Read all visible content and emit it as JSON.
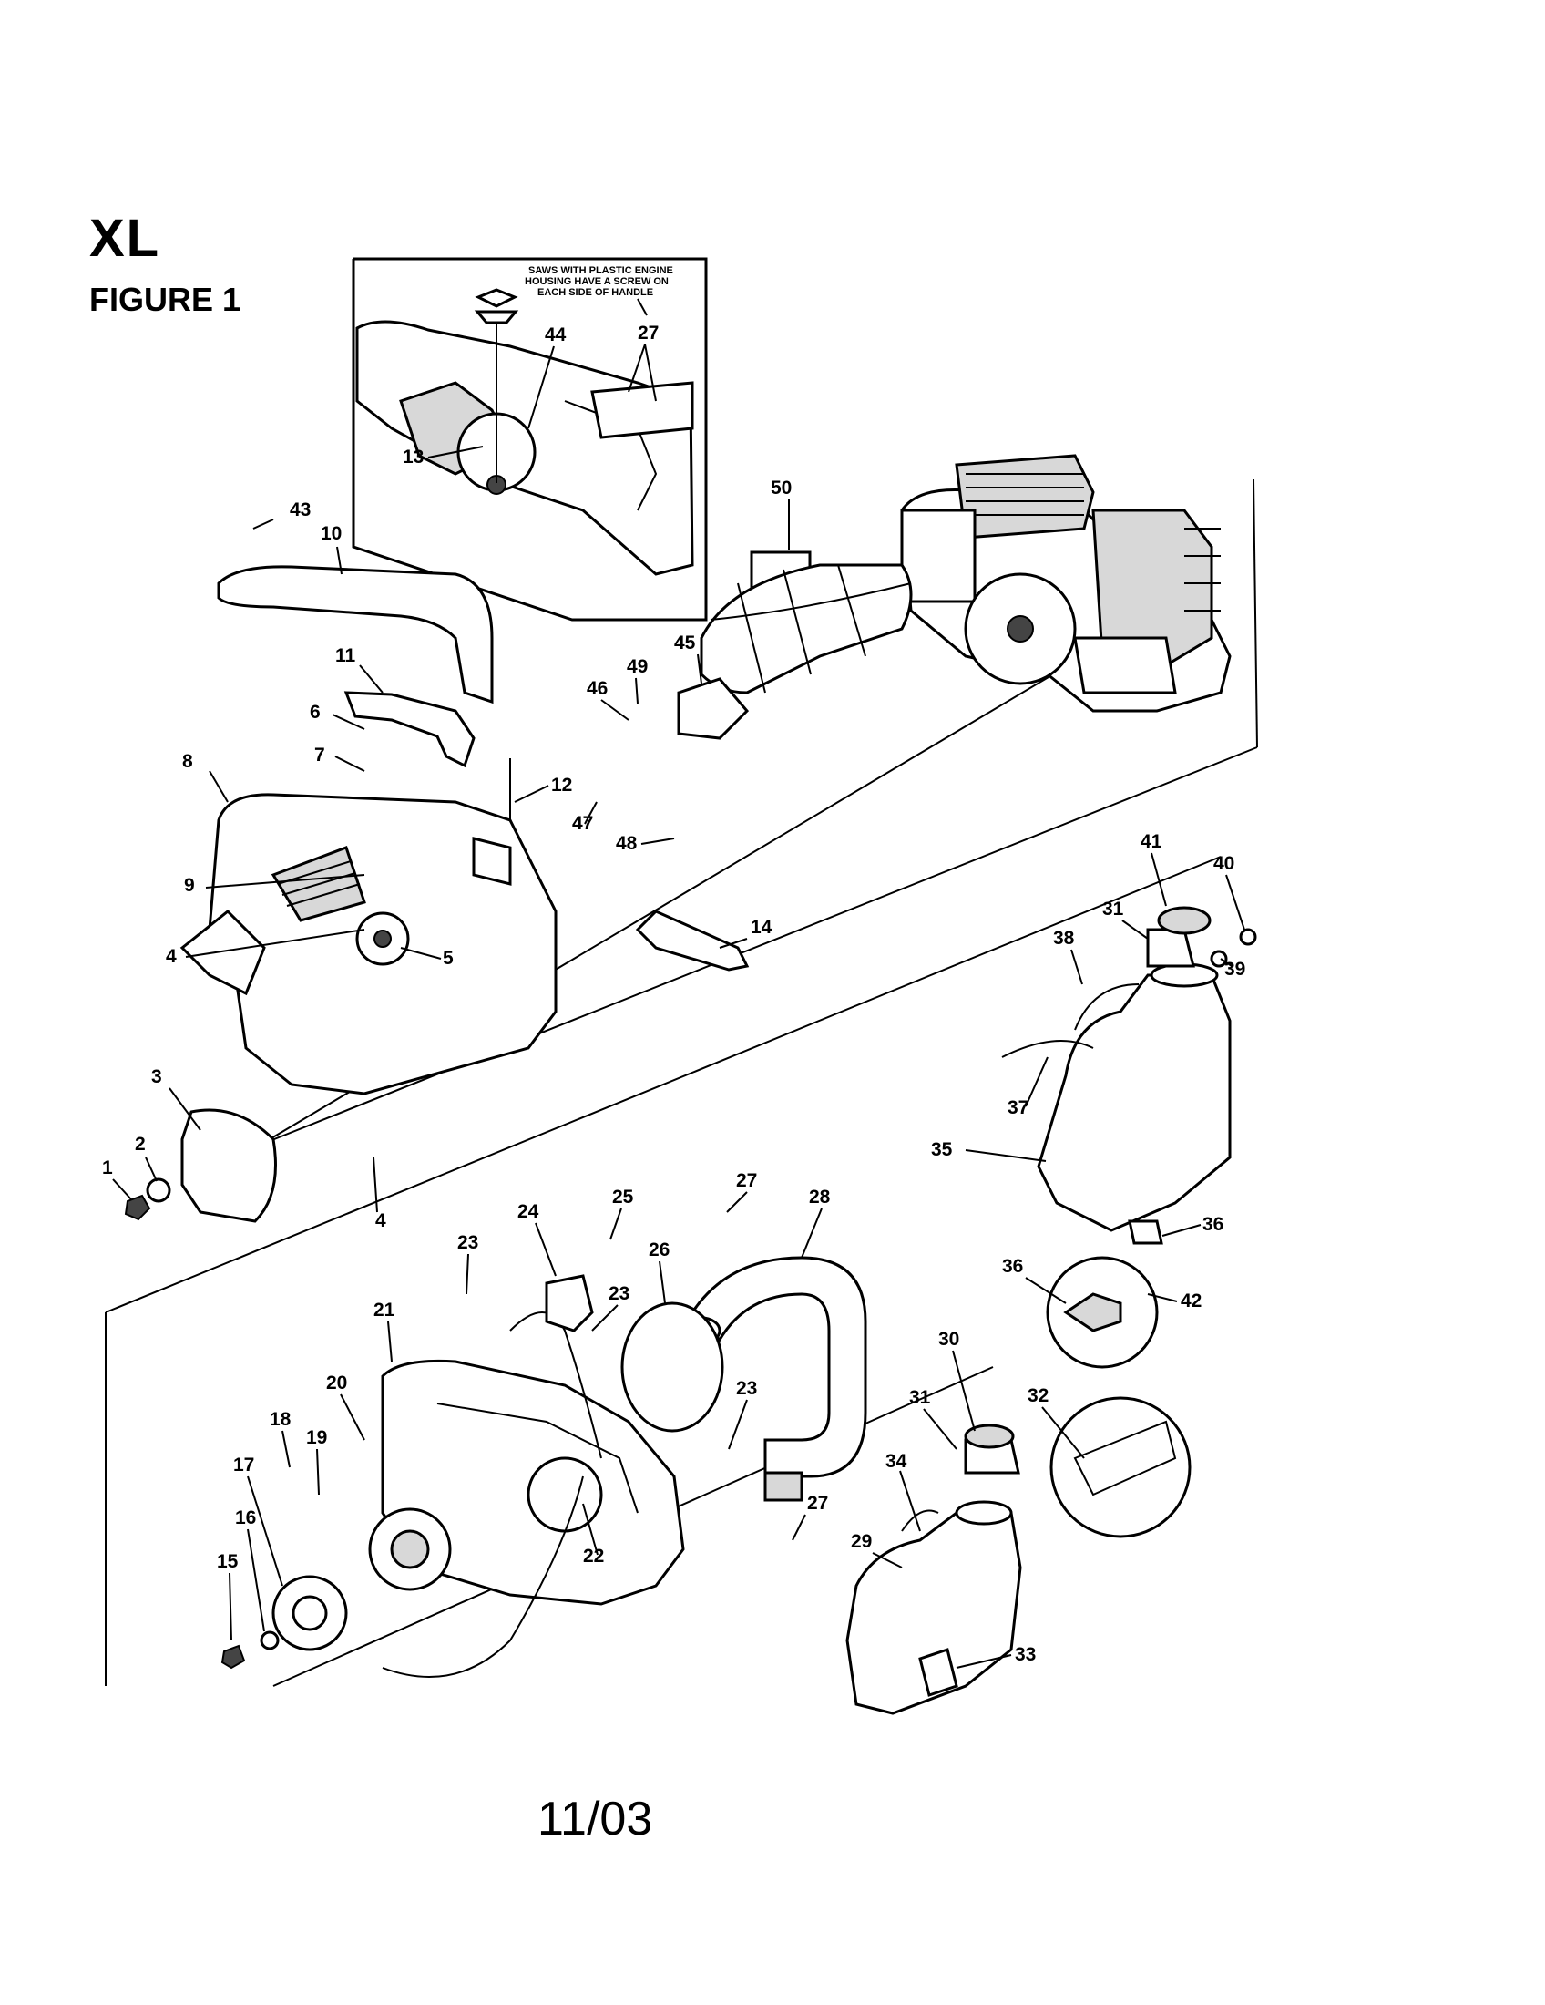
{
  "header": {
    "model": "XL",
    "figure": "FIGURE 1"
  },
  "inset": {
    "note": [
      "SAWS WITH PLASTIC ENGINE",
      "HOUSING HAVE A SCREW ON",
      "EACH SIDE OF HANDLE"
    ],
    "callouts": [
      "27",
      "44",
      "13"
    ]
  },
  "callouts": [
    "43",
    "10",
    "11",
    "6",
    "7",
    "8",
    "12",
    "9",
    "4",
    "5",
    "3",
    "2",
    "1",
    "4",
    "50",
    "45",
    "49",
    "46",
    "47",
    "48",
    "14",
    "41",
    "40",
    "31",
    "38",
    "39",
    "37",
    "35",
    "36",
    "36",
    "42",
    "27",
    "28",
    "25",
    "24",
    "26",
    "23",
    "23",
    "21",
    "20",
    "23",
    "18",
    "19",
    "17",
    "16",
    "15",
    "22",
    "27",
    "30",
    "31",
    "32",
    "34",
    "29",
    "33"
  ],
  "footer": {
    "date_code": "11/03"
  }
}
